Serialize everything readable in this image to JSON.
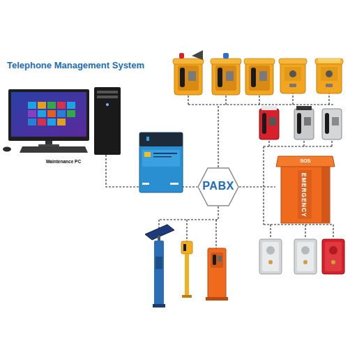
{
  "diagram": {
    "title": "Telephone Management System",
    "nodes": [
      {
        "text": [
          "Maintenance PC"
        ]
      },
      {
        "text": [
          "PABX"
        ]
      },
      {
        "text": [
          "SOS",
          "EMERGENCY"
        ]
      }
    ],
    "edges": [
      {
        "from": 0,
        "to": 1,
        "arrow": "none"
      },
      {
        "from": 1,
        "to": 2,
        "arrow": "none"
      }
    ]
  }
}
